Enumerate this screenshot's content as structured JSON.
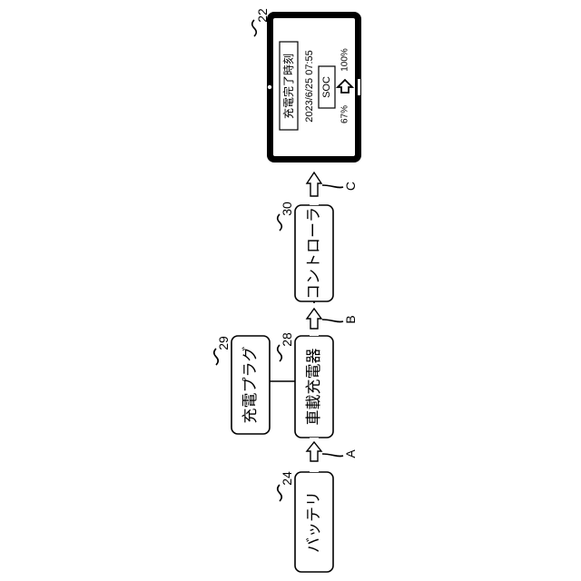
{
  "blocks": {
    "battery": {
      "label": "バッテリ",
      "ref": "24"
    },
    "charger": {
      "label": "車載充電器",
      "ref": "28"
    },
    "plug": {
      "label": "充電プラグ",
      "ref": "29"
    },
    "controller": {
      "label": "コントローラ",
      "ref": "30"
    },
    "display": {
      "ref": "22"
    }
  },
  "arrows": {
    "a": "A",
    "b": "B",
    "c": "C"
  },
  "screen": {
    "title": "充電完了時刻",
    "datetime": "2023/6/25 07:55",
    "soc_label": "SOC",
    "soc_from": "67%",
    "soc_to": "100%"
  }
}
